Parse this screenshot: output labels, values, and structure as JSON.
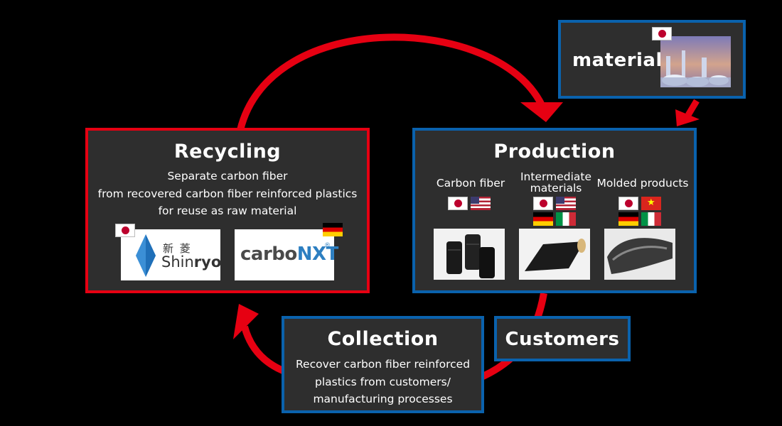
{
  "colors": {
    "cycle_arrow": "#e60012",
    "production_border": "#0a62ad",
    "box_fill": "#2e2e2e"
  },
  "material": {
    "label": "material",
    "flag": "flag-japan",
    "image": "factory-photo"
  },
  "recycling": {
    "title": "Recycling",
    "description": [
      "Separate carbon fiber",
      "from recovered carbon fiber reinforced plastics",
      "for reuse as raw material"
    ],
    "partners": [
      {
        "kanji": "新 菱",
        "name_light": "Shin",
        "name_bold": "ryo",
        "flag": "flag-japan"
      },
      {
        "name_a": "carbo",
        "name_b": "NXT",
        "mark": "®",
        "flag": "flag-germany"
      }
    ]
  },
  "production": {
    "title": "Production",
    "columns": [
      {
        "label": "Carbon fiber",
        "flags": [
          "flag-japan",
          "flag-usa"
        ],
        "image": "carbon-fiber-spools"
      },
      {
        "label": "Intermediate materials",
        "flags": [
          "flag-japan",
          "flag-usa",
          "flag-germany",
          "flag-italy"
        ],
        "image": "prepreg-roll"
      },
      {
        "label": "Molded products",
        "flags": [
          "flag-japan",
          "flag-vietnam",
          "flag-germany",
          "flag-italy"
        ],
        "image": "molded-part"
      }
    ]
  },
  "collection": {
    "title": "Collection",
    "description": [
      "Recover carbon fiber reinforced",
      "plastics from customers/",
      "manufacturing processes"
    ]
  },
  "customers": {
    "label": "Customers"
  }
}
